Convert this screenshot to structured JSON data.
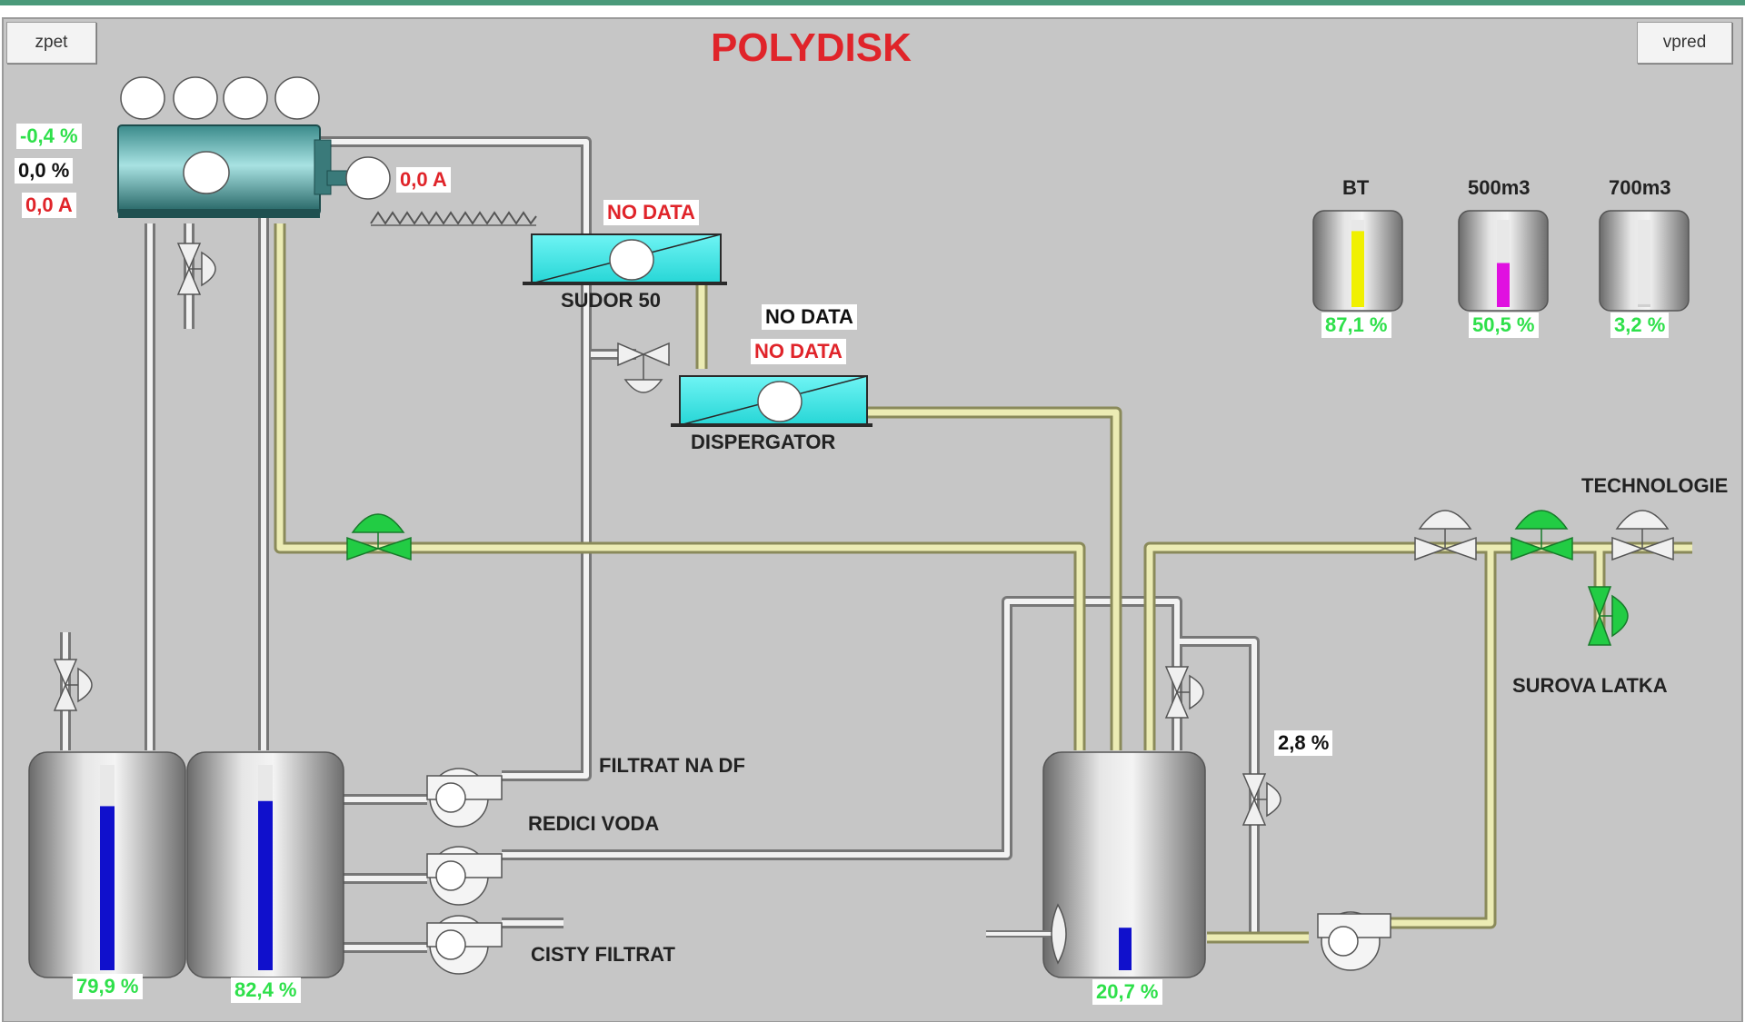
{
  "window": {
    "title": "POLYDISK"
  },
  "nav": {
    "back_label": "zpet",
    "forward_label": "vpred"
  },
  "colors": {
    "background": "#c6c6c6",
    "value_green": "#2ee04a",
    "alarm_red": "#e0242a",
    "pipe_yellow": "#d8d8a0",
    "device_cyan": "#3fe6e6",
    "valve_green": "#22cc44",
    "level_blue": "#1010cc",
    "level_yellow": "#f0f000",
    "level_magenta": "#e010e0"
  },
  "polydisk": {
    "percent_top": "-0,4 %",
    "percent_second": "0,0 %",
    "current": "0,0 A",
    "motor_current": "0,0 A"
  },
  "sudor": {
    "status": "NO DATA",
    "label": "SUDOR 50"
  },
  "dispergator": {
    "status_top": "NO DATA",
    "status_red": "NO DATA",
    "label": "DISPERGATOR"
  },
  "storage_tanks": [
    {
      "label": "BT",
      "value": "87,1 %",
      "level": 0.871,
      "color": "#f0f000"
    },
    {
      "label": "500m3",
      "value": "50,5 %",
      "level": 0.505,
      "color": "#e010e0"
    },
    {
      "label": "700m3",
      "value": "3,2 %",
      "level": 0.032,
      "color": "#d0d0d0"
    }
  ],
  "bottom_tanks": {
    "left1": {
      "value": "79,9 %",
      "level": 0.799
    },
    "left2": {
      "value": "82,4 %",
      "level": 0.824
    },
    "mix": {
      "value": "20,7 %",
      "level": 0.207
    }
  },
  "labels": {
    "filtrat_na_df": "FILTRAT NA DF",
    "redici_voda": "REDICI VODA",
    "cisty_filtrat": "CISTY FILTRAT",
    "technologie": "TECHNOLOGIE",
    "surova_latka": "SUROVA LATKA"
  },
  "valve_percent": "2,8 %"
}
